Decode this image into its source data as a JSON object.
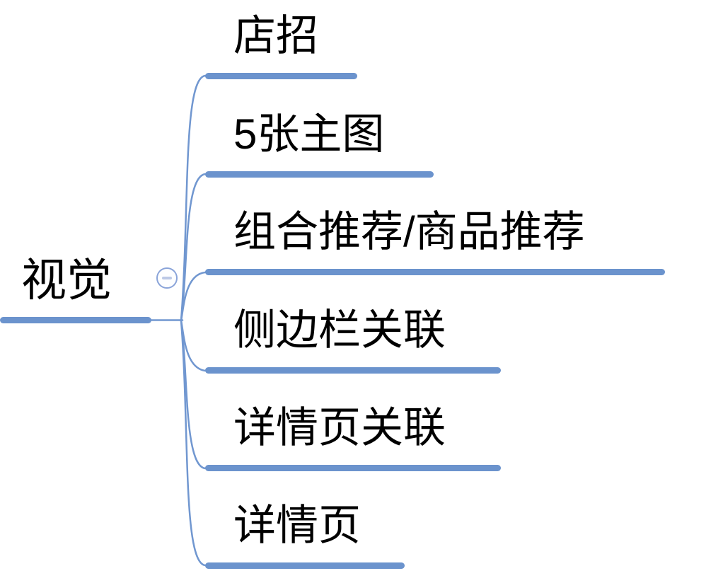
{
  "colors": {
    "branch_line": "#6b93cd",
    "connector": "#7197d0",
    "collapse_border": "#8aa4d9",
    "collapse_minus": "#bcc9e6",
    "text": "#000000",
    "background": "#ffffff"
  },
  "root": {
    "label": "视觉"
  },
  "collapse_button": {
    "icon": "minus-icon",
    "state": "expanded"
  },
  "children": [
    {
      "label": "店招"
    },
    {
      "label": "5张主图"
    },
    {
      "label": "组合推荐/商品推荐"
    },
    {
      "label": "侧边栏关联"
    },
    {
      "label": "详情页关联"
    },
    {
      "label": "详情页"
    }
  ]
}
